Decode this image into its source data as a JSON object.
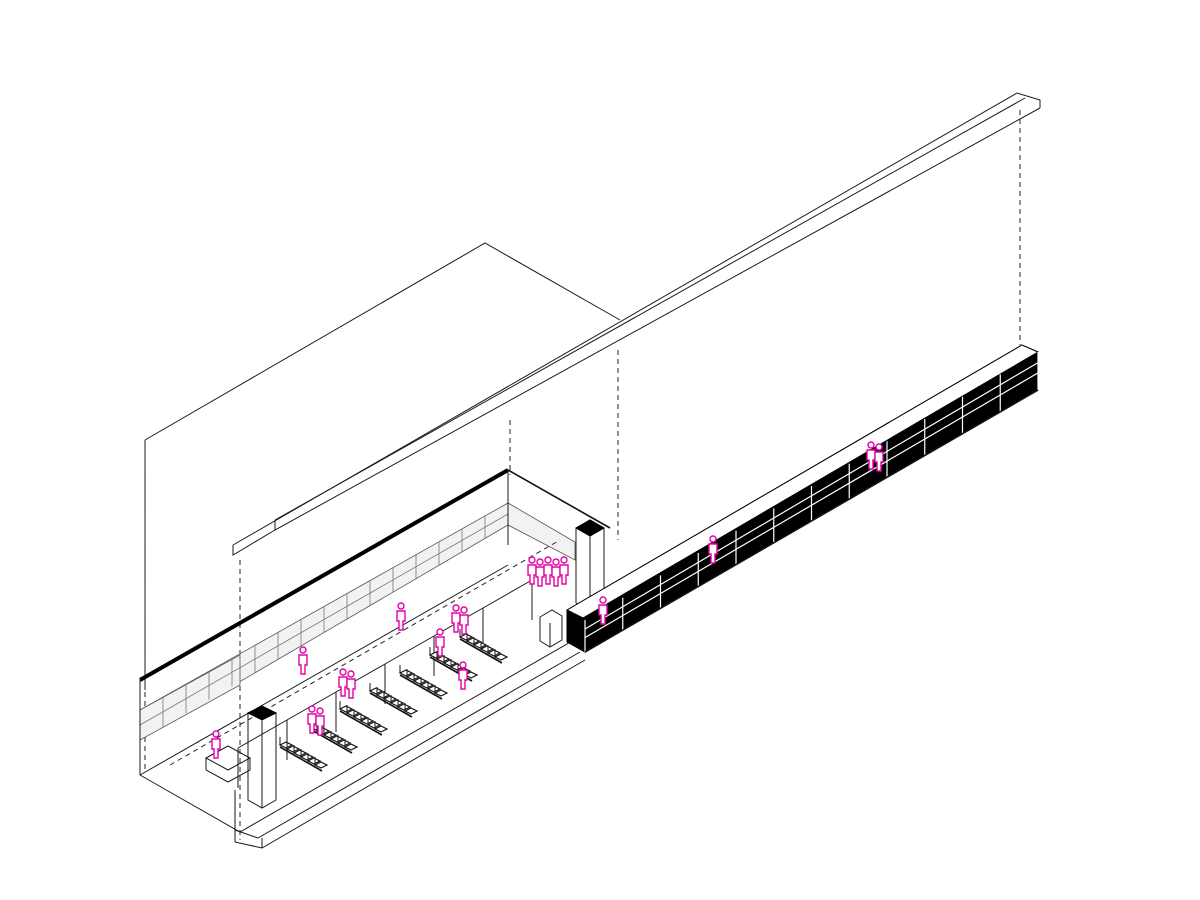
{
  "diagram": {
    "type": "axonometric-architectural-section",
    "colors": {
      "line": "#1a1a1a",
      "fill_dark": "#000000",
      "panel": "#f2f2f2",
      "people": "#e600a8"
    },
    "people_groups": [
      {
        "id": "p1",
        "count": 1
      },
      {
        "id": "p2",
        "count": 1
      },
      {
        "id": "p3",
        "count": 2
      },
      {
        "id": "p4",
        "count": 1
      },
      {
        "id": "p5",
        "count": 1
      },
      {
        "id": "p6",
        "count": 2
      },
      {
        "id": "p7",
        "count": 2
      },
      {
        "id": "p8",
        "count": 1
      },
      {
        "id": "p9",
        "count": 5
      },
      {
        "id": "p10",
        "count": 1
      },
      {
        "id": "p11",
        "count": 1
      },
      {
        "id": "p12",
        "count": 2
      }
    ],
    "bench_rows": 7,
    "tunnel_bays": 12
  }
}
